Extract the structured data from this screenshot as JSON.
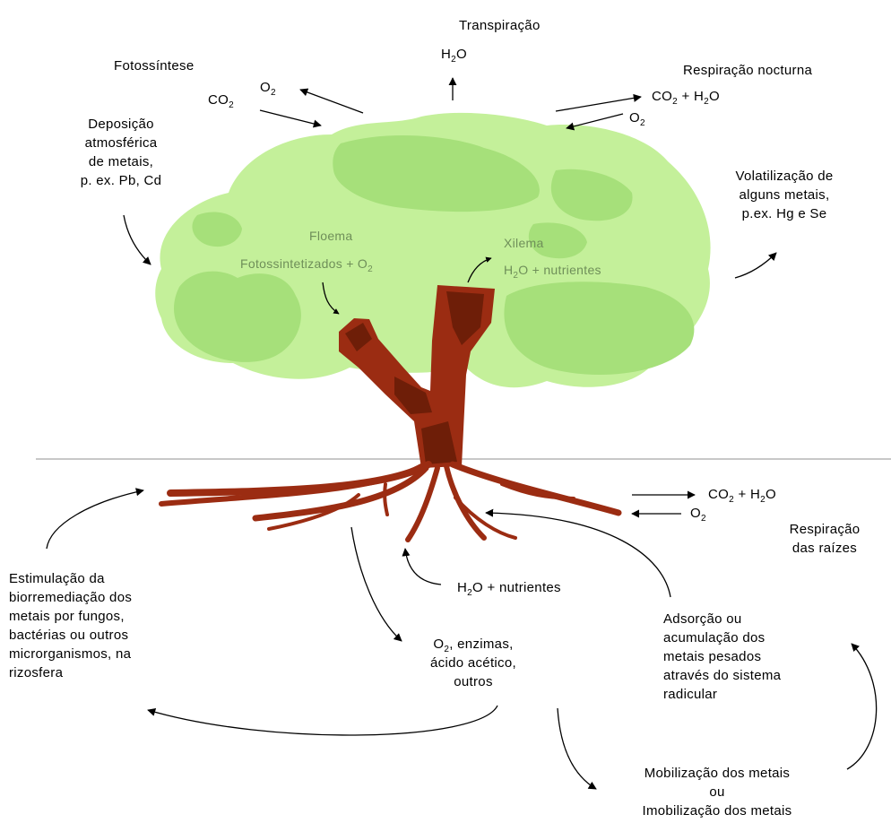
{
  "labels": {
    "transpiracao": "Transpiração",
    "transpiracao_h": "H",
    "transpiracao_sub": "2",
    "transpiracao_o": "O",
    "fotossintese": "Fotossíntese",
    "fot_o": "O",
    "fot_o_sub": "2",
    "fot_co": "CO",
    "fot_co_sub": "2",
    "resp_noct": "Respiração nocturna",
    "rn_co": "CO",
    "rn_co_sub": "2",
    "rn_plus": " + H",
    "rn_h_sub": "2",
    "rn_o_end": "O",
    "rn_o": "O",
    "rn_o_sub": "2",
    "deposicao_1": "Deposição",
    "deposicao_2": "atmosférica",
    "deposicao_3": "de metais,",
    "deposicao_4": "p. ex. Pb, Cd",
    "volat_1": "Volatilização de",
    "volat_2": "alguns metais,",
    "volat_3": "p.ex. Hg e Se",
    "floema": "Floema",
    "fotossintetizados": "Fotossintetizados + O",
    "fotossintetizados_sub": "2",
    "xilema": "Xilema",
    "xil_h": "H",
    "xil_sub": "2",
    "xil_rest": "O + nutrientes",
    "rr_co": "CO",
    "rr_co_sub": "2",
    "rr_plus": " + H",
    "rr_h_sub": "2",
    "rr_o_end": "O",
    "rr_o": "O",
    "rr_o_sub": "2",
    "resp_raizes_1": "Respiração",
    "resp_raizes_2": "das raízes",
    "soil_h": "H",
    "soil_sub": "2",
    "soil_rest": "O + nutrientes",
    "estim_1": "Estimulação da",
    "estim_2": "biorremediação dos",
    "estim_3": "metais por fungos,",
    "estim_4": "bactérias ou outros",
    "estim_5": "microrganismos, na",
    "estim_6": "rizosfera",
    "exud_1a": "O",
    "exud_1sub": "2",
    "exud_1b": ", enzimas,",
    "exud_2": "ácido acético,",
    "exud_3": "outros",
    "adsorc_1": "Adsorção ou",
    "adsorc_2": "acumulação dos",
    "adsorc_3": "metais pesados",
    "adsorc_4": "através do sistema",
    "adsorc_5": "radicular",
    "mobil_1": "Mobilização dos metais",
    "mobil_2": "ou",
    "mobil_3": "Imobilização dos metais"
  },
  "colors": {
    "canopy_light": "#c4f09a",
    "canopy_dark": "#a6e07a",
    "trunk": "#9b2c12",
    "trunk_dark": "#6e1e08",
    "ground_line": "#c8c8c8",
    "green_text": "#6f8f59"
  }
}
